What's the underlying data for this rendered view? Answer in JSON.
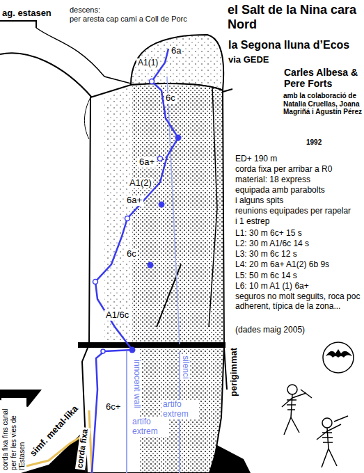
{
  "diagram": {
    "title": "el Salt de la Nina cara Nord",
    "labels": [
      "ag. estasen",
      "descens:",
      "per aresta cap cami a Coll de Porc",
      "la Segona lluna d’Ecos",
      "via GEDE",
      "Carles Albesa & Pere Forts",
      "amb la colaboració de Natalia Cruellas, Joana Magriñá i Agustín Pérez",
      "1992",
      "ED+ 190 m",
      "corda fixa per arribar a R0",
      "material: 18 express",
      "equipada amb parabolts",
      "i alguns spits",
      "reunions equipades per rapelar",
      "i 1 estrep",
      "L1: 30 m 6c+ 15 s",
      "L2: 30 m A1/6c 14 s",
      "L3: 30 m 6c 12 s",
      "L4: 20 m 6a+ A1(2) 6b 9s",
      "L5: 50 m 6c 14 s",
      "L6: 10 m A1 (1) 6a+",
      "seguros no molt seguits, roca poc adherent, típica de la zona...",
      "(dades maig 2005)",
      "6a",
      "A1(1)",
      "6c",
      "6a+",
      "A1(2)",
      "6a+",
      "6c",
      "A1/6c",
      "6c+",
      "innocent wall",
      "silenci",
      "artifo extrem",
      "artifo extrem",
      "perigimmat",
      "simf. metal-lika",
      "corda fixa",
      "corda fixa fins canal per fer les vies de l'Estasen"
    ]
  }
}
